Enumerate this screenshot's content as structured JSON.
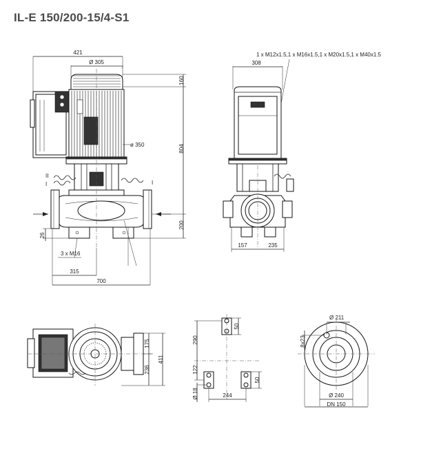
{
  "title": "IL-E 150/200-15/4-S1",
  "front_view": {
    "dim_421": "421",
    "dim_305": "Ø 305",
    "dim_350": "ø 350",
    "dim_160": "160",
    "dim_804": "804",
    "dim_200": "200",
    "dim_26": "26",
    "dim_m16": "3 x M16",
    "dim_315": "315",
    "dim_700": "700",
    "label_II": "II",
    "label_I": "I",
    "label_I_right": "I"
  },
  "side_view": {
    "cable_glands": "1 x M12x1.5,1 x M16x1.5,1 x M20x1.5,1 x M40x1.5",
    "dim_308": "308",
    "dim_157": "157",
    "dim_235": "235"
  },
  "top_view": {
    "dim_175": "175",
    "dim_411": "411",
    "dim_236": "236"
  },
  "foot_view": {
    "dim_290": "290",
    "dim_50_top": "50",
    "dim_122": "122",
    "dim_18": "Ø 18",
    "dim_244": "244",
    "dim_50_bottom": "50"
  },
  "flange_view": {
    "dim_211": "Ø 211",
    "dim_8x23": "8x23",
    "dim_240": "Ø 240",
    "dim_dn": "DN 150"
  }
}
